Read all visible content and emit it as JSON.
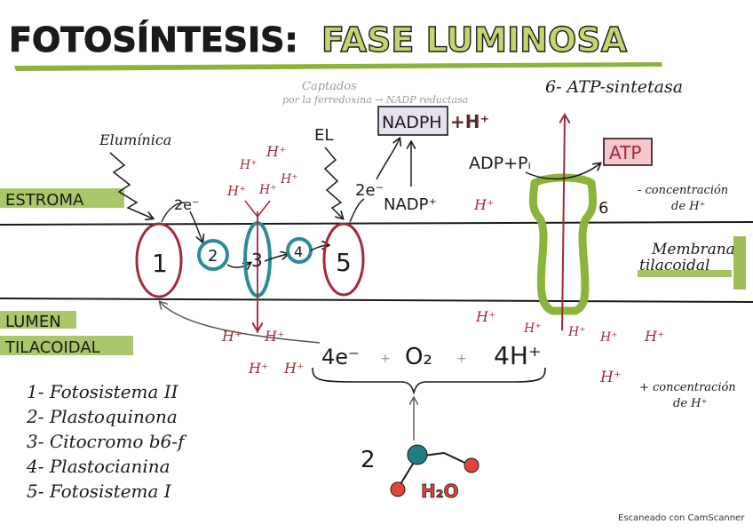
{
  "title": {
    "part1": "FOTOSÍNTESIS:",
    "part2": "FASE LUMINOSA"
  },
  "regions": {
    "stroma": "ESTROMA",
    "lumen_line1": "LUMEN",
    "lumen_line2": "TILACOIDAL",
    "membrane_line1": "Membrana",
    "membrane_line2": "tilacoidal"
  },
  "energy": {
    "e_luminica": "Elumínica",
    "e_l": "EL"
  },
  "electrons": {
    "e2_left": "2e⁻",
    "e2_right": "2e⁻",
    "e4": "4e⁻"
  },
  "complexes": {
    "c1": "1",
    "c2": "2",
    "c3": "3",
    "c4": "4",
    "c5": "5",
    "c6": "6"
  },
  "molecules": {
    "nadph": "NADPH",
    "nadph_h": "+H⁺",
    "nadp": "NADP⁺",
    "adp_pi": "ADP+Pᵢ",
    "atp": "ATP",
    "o2": "O₂",
    "h4": "4H⁺",
    "water_coeff": "2",
    "water": "H₂O",
    "plus": "+"
  },
  "protons": {
    "h": "H⁺"
  },
  "annotations": {
    "atp_synthase": "6- ATP-sintetasa",
    "captados_line1": "Captados",
    "captados_line2": "por la ferredoxina → NADP reductasa",
    "conc_low_1": "- concentración",
    "conc_low_2": "de H⁺",
    "conc_high_1": "+ concentración",
    "conc_high_2": "de H⁺"
  },
  "legend": [
    "1- Fotosistema II",
    "2- Plastoquinona",
    "3- Citocromo b6-f",
    "4- Plastocianina",
    "5- Fotosistema I"
  ],
  "watermark": "Escaneado con CamScanner",
  "colors": {
    "ink": "#1a1a1a",
    "crimson": "#a3293a",
    "green": "#8db43a",
    "teal": "#2a8c96",
    "pink_box": "#f7c6cc",
    "lilac_box": "#e6e0ef",
    "molecule_red": "#e2443b",
    "molecule_teal": "#1f7d86",
    "gray_note": "#9a9a9a"
  }
}
